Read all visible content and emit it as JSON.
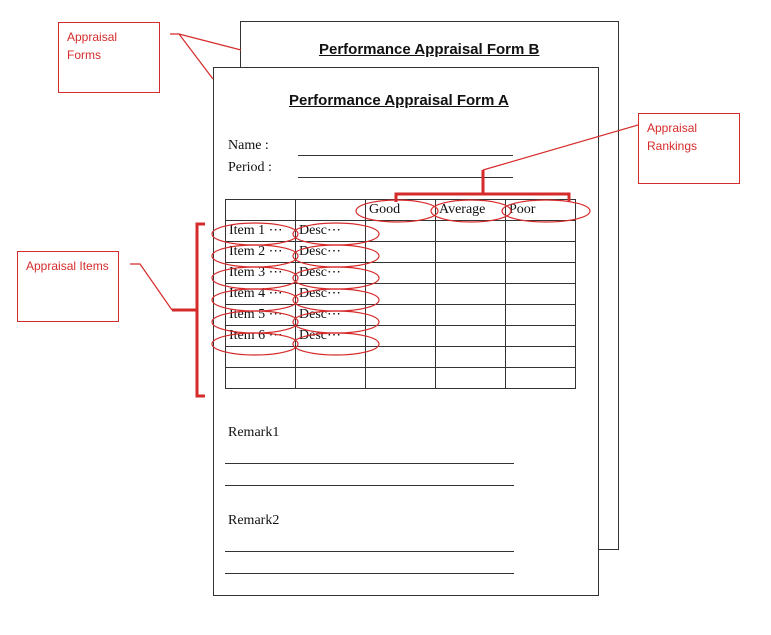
{
  "forms": {
    "back": {
      "title": "Performance Appraisal Form B"
    },
    "front": {
      "title": "Performance Appraisal Form A",
      "name_label": "Name :",
      "period_label": "Period :",
      "table": {
        "headers": [
          "",
          "",
          "Good",
          "Average",
          "Poor"
        ],
        "rows": [
          [
            "Item 1 ⋯",
            "Desc⋯",
            "",
            "",
            ""
          ],
          [
            "Item 2 ⋯",
            "Desc⋯",
            "",
            "",
            ""
          ],
          [
            "Item 3 ⋯",
            "Desc⋯",
            "",
            "",
            ""
          ],
          [
            "Item 4 ⋯",
            "Desc⋯",
            "",
            "",
            ""
          ],
          [
            "Item 5 ⋯",
            "Desc⋯",
            "",
            "",
            ""
          ],
          [
            "Item 6 ⋯",
            "Desc⋯",
            "",
            "",
            ""
          ],
          [
            "",
            "",
            "",
            "",
            ""
          ],
          [
            "",
            "",
            "",
            "",
            ""
          ]
        ]
      },
      "remark1_label": "Remark1",
      "remark2_label": "Remark2"
    }
  },
  "callouts": {
    "forms": "Appraisal Forms",
    "rankings": "Appraisal Rankings",
    "items": "Appraisal Items"
  },
  "colors": {
    "annotation": "#d62b2b",
    "ink": "#111111",
    "paper": "#ffffff"
  }
}
